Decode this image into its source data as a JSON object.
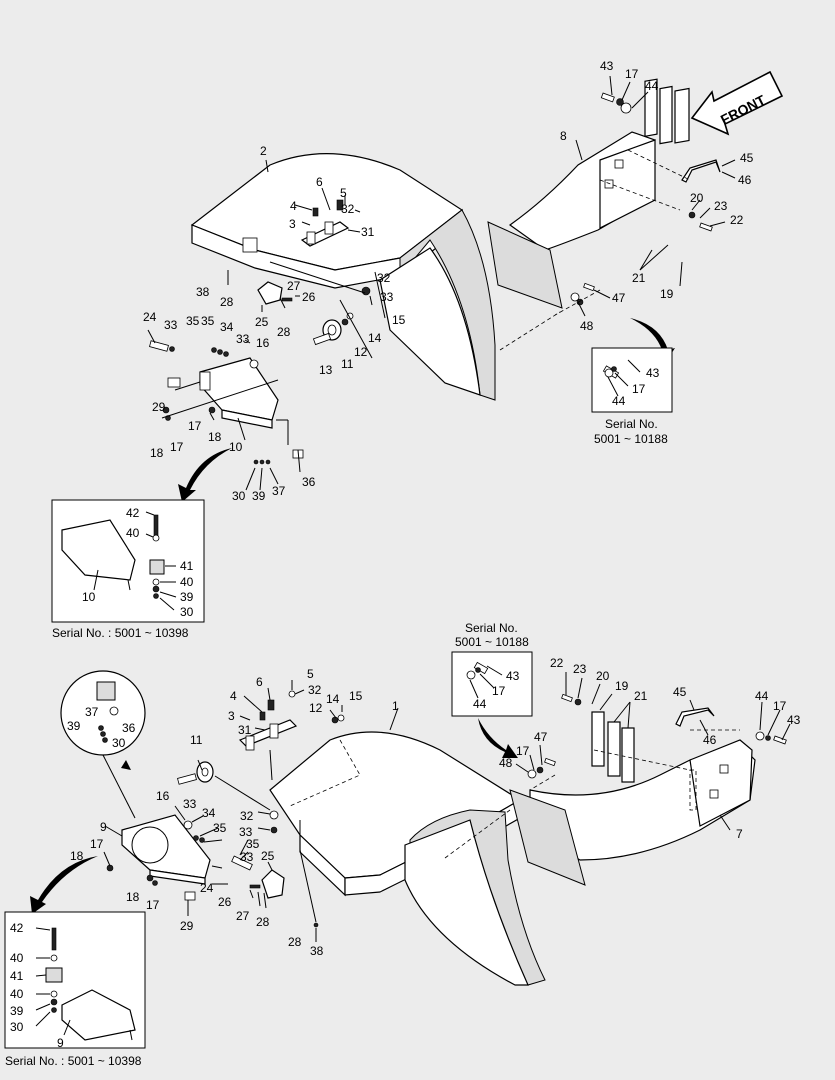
{
  "direction_label": "FRONT",
  "serial_notes": {
    "upper_right": [
      "Serial No.",
      "5001 ~ 10188"
    ],
    "upper_left": "Serial No. : 5001 ~ 10398",
    "lower_right": [
      "Serial No.",
      "5001 ~ 10188"
    ],
    "lower_left": "Serial No. : 5001 ~ 10398"
  },
  "callouts": [
    {
      "n": "43"
    },
    {
      "n": "17"
    },
    {
      "n": "44"
    },
    {
      "n": "8"
    },
    {
      "n": "45"
    },
    {
      "n": "46"
    },
    {
      "n": "20"
    },
    {
      "n": "23"
    },
    {
      "n": "22"
    },
    {
      "n": "21"
    },
    {
      "n": "19"
    },
    {
      "n": "47"
    },
    {
      "n": "48"
    },
    {
      "n": "43"
    },
    {
      "n": "17"
    },
    {
      "n": "44"
    },
    {
      "n": "2"
    },
    {
      "n": "6"
    },
    {
      "n": "5"
    },
    {
      "n": "4"
    },
    {
      "n": "32"
    },
    {
      "n": "3"
    },
    {
      "n": "31"
    },
    {
      "n": "32"
    },
    {
      "n": "33"
    },
    {
      "n": "38"
    },
    {
      "n": "28"
    },
    {
      "n": "27"
    },
    {
      "n": "26"
    },
    {
      "n": "25"
    },
    {
      "n": "28"
    },
    {
      "n": "15"
    },
    {
      "n": "14"
    },
    {
      "n": "12"
    },
    {
      "n": "13"
    },
    {
      "n": "11"
    },
    {
      "n": "24"
    },
    {
      "n": "33"
    },
    {
      "n": "35"
    },
    {
      "n": "35"
    },
    {
      "n": "34"
    },
    {
      "n": "33"
    },
    {
      "n": "16"
    },
    {
      "n": "29"
    },
    {
      "n": "17"
    },
    {
      "n": "18"
    },
    {
      "n": "18"
    },
    {
      "n": "17"
    },
    {
      "n": "10"
    },
    {
      "n": "30"
    },
    {
      "n": "39"
    },
    {
      "n": "37"
    },
    {
      "n": "36"
    },
    {
      "n": "42"
    },
    {
      "n": "40"
    },
    {
      "n": "41"
    },
    {
      "n": "40"
    },
    {
      "n": "39"
    },
    {
      "n": "30"
    },
    {
      "n": "10"
    },
    {
      "n": "43"
    },
    {
      "n": "17"
    },
    {
      "n": "44"
    },
    {
      "n": "22"
    },
    {
      "n": "23"
    },
    {
      "n": "20"
    },
    {
      "n": "19"
    },
    {
      "n": "21"
    },
    {
      "n": "45"
    },
    {
      "n": "44"
    },
    {
      "n": "17"
    },
    {
      "n": "43"
    },
    {
      "n": "46"
    },
    {
      "n": "47"
    },
    {
      "n": "17"
    },
    {
      "n": "48"
    },
    {
      "n": "7"
    },
    {
      "n": "1"
    },
    {
      "n": "6"
    },
    {
      "n": "5"
    },
    {
      "n": "4"
    },
    {
      "n": "32"
    },
    {
      "n": "14"
    },
    {
      "n": "15"
    },
    {
      "n": "12"
    },
    {
      "n": "3"
    },
    {
      "n": "31"
    },
    {
      "n": "11"
    },
    {
      "n": "37"
    },
    {
      "n": "36"
    },
    {
      "n": "39"
    },
    {
      "n": "30"
    },
    {
      "n": "9"
    },
    {
      "n": "16"
    },
    {
      "n": "33"
    },
    {
      "n": "34"
    },
    {
      "n": "35"
    },
    {
      "n": "32"
    },
    {
      "n": "33"
    },
    {
      "n": "35"
    },
    {
      "n": "33"
    },
    {
      "n": "25"
    },
    {
      "n": "17"
    },
    {
      "n": "18"
    },
    {
      "n": "24"
    },
    {
      "n": "18"
    },
    {
      "n": "17"
    },
    {
      "n": "26"
    },
    {
      "n": "27"
    },
    {
      "n": "28"
    },
    {
      "n": "29"
    },
    {
      "n": "28"
    },
    {
      "n": "38"
    },
    {
      "n": "42"
    },
    {
      "n": "40"
    },
    {
      "n": "41"
    },
    {
      "n": "40"
    },
    {
      "n": "39"
    },
    {
      "n": "30"
    },
    {
      "n": "9"
    }
  ]
}
